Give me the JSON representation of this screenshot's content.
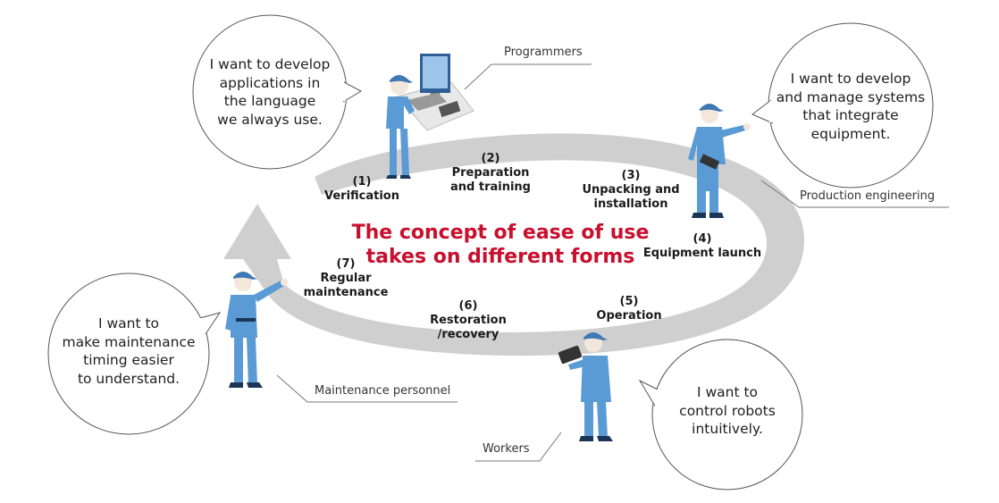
{
  "headline": {
    "line1": "The concept of ease of use",
    "line2": "takes on different forms",
    "color": "#c8102e"
  },
  "bubbles": {
    "programmers": [
      "I want to develop",
      "applications in",
      "the language",
      "we always use."
    ],
    "production": [
      "I want to develop",
      "and manage systems",
      "that integrate",
      "equipment."
    ],
    "maintenance": [
      "I want to",
      "make maintenance",
      "timing easier",
      "to understand."
    ],
    "workers": [
      "I want to",
      "control robots",
      "intuitively."
    ]
  },
  "roles": {
    "programmers": "Programmers",
    "production": "Production engineering",
    "maintenance": "Maintenance personnel",
    "workers": "Workers"
  },
  "steps": [
    {
      "num": "(1)",
      "label": [
        "Verification"
      ]
    },
    {
      "num": "(2)",
      "label": [
        "Preparation",
        "and training"
      ]
    },
    {
      "num": "(3)",
      "label": [
        "Unpacking and",
        "installation"
      ]
    },
    {
      "num": "(4)",
      "label": [
        "Equipment launch"
      ]
    },
    {
      "num": "(5)",
      "label": [
        "Operation"
      ]
    },
    {
      "num": "(6)",
      "label": [
        "Restoration",
        "/recovery"
      ]
    },
    {
      "num": "(7)",
      "label": [
        "Regular",
        "maintenance"
      ]
    }
  ],
  "colors": {
    "cycle_arrow": "#cfcfcf",
    "worker_uniform": "#5b9bd5",
    "worker_uniform_dark": "#3f78b5",
    "worker_skin": "#f3e7dc",
    "bubble_stroke": "#555555",
    "leader_line": "#777777"
  }
}
